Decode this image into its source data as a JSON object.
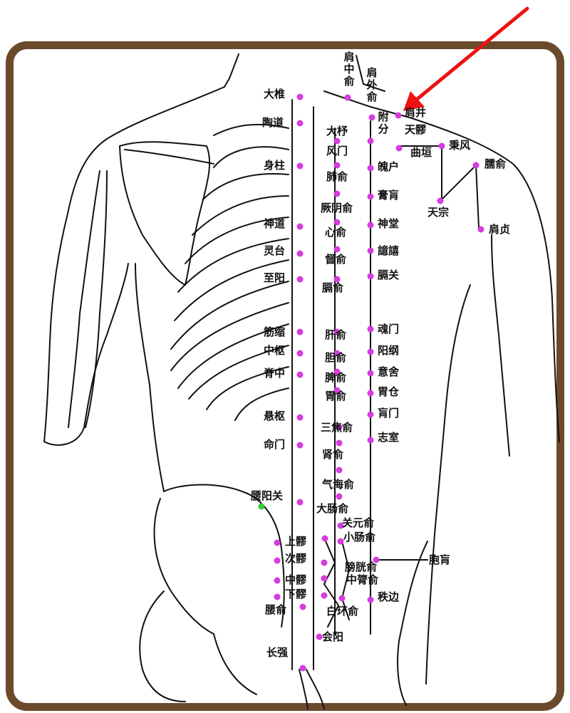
{
  "diagram": {
    "colors": {
      "frame": "#6b4a2c",
      "line": "#111111",
      "point": "#d63ce0",
      "point_alt": "#33cc33",
      "arrow": "#ee1111"
    },
    "labels": {
      "dazhui": "大椎",
      "taodao": "陶道",
      "shenzhu": "身柱",
      "shendao": "神道",
      "lingtai": "灵台",
      "zhiyang": "至阳",
      "jinsuo": "筋缩",
      "zhongshu": "中枢",
      "jizhong": "脊中",
      "xuanshu": "悬枢",
      "mingmen": "命门",
      "yaoyangguan": "腰阳关",
      "shangliao": "上髎",
      "ciliao": "次髎",
      "zhongliao": "中髎",
      "xialiao": "下髎",
      "yaoshu": "腰俞",
      "changqiang": "长强",
      "jianzhongshu": "肩中俞",
      "jianwaishu": "肩外俞",
      "fufen": "附分",
      "jianjing": "肩井",
      "tianliao": "天髎",
      "dazhu": "大杼",
      "fengmen": "风门",
      "feishu": "肺俞",
      "jueyinshu": "厥阴俞",
      "xinshu": "心俞",
      "dushu": "督俞",
      "geshu": "膈俞",
      "ganshu": "肝俞",
      "danshu": "胆俞",
      "pishu": "脾俞",
      "weishu": "胃俞",
      "sanjiaoshu": "三焦俞",
      "shenshu": "肾俞",
      "qihaishu": "气海俞",
      "dachangshu": "大肠俞",
      "guanyuanshu": "关元俞",
      "xiaochangshu": "小肠俞",
      "pangguangshu": "膀胱俞",
      "zhonglvshu": "中膂俞",
      "baihuanshu": "白环俞",
      "huiyang": "会阳",
      "pohu": "魄户",
      "gaohuang": "膏肓",
      "shentang": "神堂",
      "yixi": "譩譆",
      "geguan": "膈关",
      "hunmen": "魂门",
      "yanggang": "阳纲",
      "yishe": "意舍",
      "weicang": "胃仓",
      "huangmen": "肓门",
      "zhishi": "志室",
      "baohuang": "胞肓",
      "zhibian": "秩边",
      "quyuan": "曲垣",
      "bingfeng": "秉风",
      "naoshu": "臑俞",
      "tianzong": "天宗",
      "jianzhen": "肩贞"
    }
  }
}
